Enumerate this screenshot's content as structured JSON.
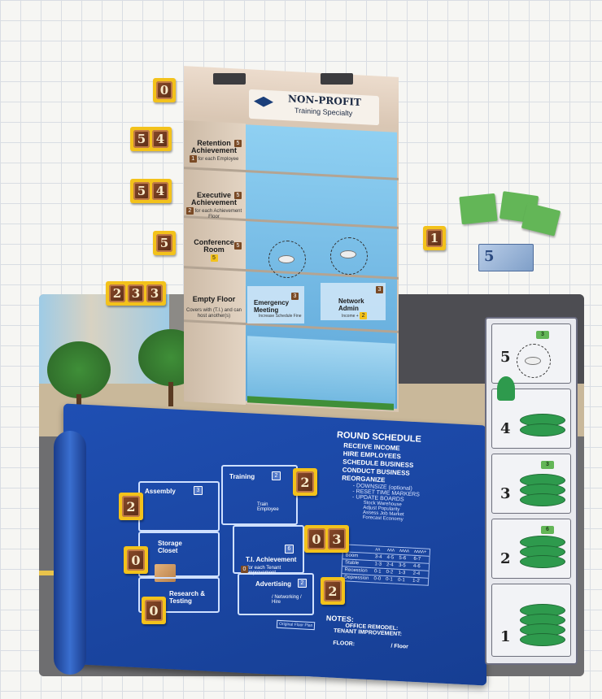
{
  "building": {
    "roof_token": "0",
    "title": "NON-PROFIT",
    "subtitle": "Training Specialty",
    "floors": [
      {
        "name": "Retention Achievement",
        "sub": "for each Employee",
        "tokens": [
          "5",
          "4"
        ],
        "cost": "5",
        "mini": "1"
      },
      {
        "name": "Executive Achievement",
        "sub": "for each Achievement Floor",
        "tokens": [
          "5",
          "4"
        ],
        "cost": "5",
        "mini": "2"
      },
      {
        "name": "Conference Room",
        "sub": "",
        "tokens": [
          "5"
        ],
        "cost": "5",
        "mini": "5"
      },
      {
        "name": "Empty Floor",
        "sub": "Covers with (T.I.) and can host another(s)",
        "tokens": [
          "2",
          "3",
          "3"
        ],
        "cost": "",
        "rooms": [
          {
            "name": "Emergency Meeting",
            "sub": "Increase Schedule Fine",
            "cost": "3"
          },
          {
            "name": "Network Admin",
            "sub": "Income +",
            "cost": "3",
            "mini": "2"
          }
        ]
      }
    ]
  },
  "bank_token": "1",
  "money_note": "5",
  "blueprint": {
    "rooms": [
      {
        "name": "Assembly",
        "badge": "3",
        "token": "2"
      },
      {
        "name": "Storage Closet",
        "token": "0"
      },
      {
        "name": "Research & Testing",
        "token": "0"
      },
      {
        "name": "Training",
        "badge": "2",
        "sub": "Train Employee",
        "token": "2"
      },
      {
        "name": "T.I. Achievement",
        "badge": "6",
        "sub": "for each Tenant Improvement",
        "mini": "0",
        "tokens": [
          "0",
          "3"
        ]
      },
      {
        "name": "Advertising",
        "badge": "2",
        "sub": "/ Networking / Hire",
        "token": "2"
      }
    ],
    "schedule_title": "ROUND SCHEDULE",
    "schedule": [
      "RECEIVE INCOME",
      "HIRE EMPLOYEES",
      "SCHEDULE BUSINESS",
      "CONDUCT BUSINESS",
      "REORGANIZE"
    ],
    "reorganize_steps": [
      "- DOWNSIZE (optional)",
      "- RESET TIME MARKERS",
      "- UPDATE BOARDS",
      "Stock Warehouse",
      "Adjust Popularity",
      "Assess Job Market",
      "Forecast Economy"
    ],
    "market_rows": [
      {
        "label": "Boom",
        "v": [
          "3-4",
          "4-5",
          "5-6",
          "6-7"
        ]
      },
      {
        "label": "Stable",
        "v": [
          "1-3",
          "2-4",
          "3-5",
          "4-6"
        ]
      },
      {
        "label": "Recession",
        "v": [
          "0-1",
          "0-2",
          "1-3",
          "2-4"
        ]
      },
      {
        "label": "Depression",
        "v": [
          "0-0",
          "0-1",
          "0-1",
          "1-2"
        ]
      }
    ],
    "notes_title": "NOTES:",
    "notes": [
      "OFFICE REMODEL:",
      "TENANT IMPROVEMENT:",
      "FLOOR:"
    ],
    "notes_floor_suffix": "/ Floor",
    "plan_label": "Original Floor Plan"
  },
  "score_track": [
    {
      "num": "5",
      "badge": "3"
    },
    {
      "num": "4",
      "badge": ""
    },
    {
      "num": "3",
      "badge": "3"
    },
    {
      "num": "2",
      "badge": "6"
    },
    {
      "num": "1",
      "badge": ""
    }
  ]
}
